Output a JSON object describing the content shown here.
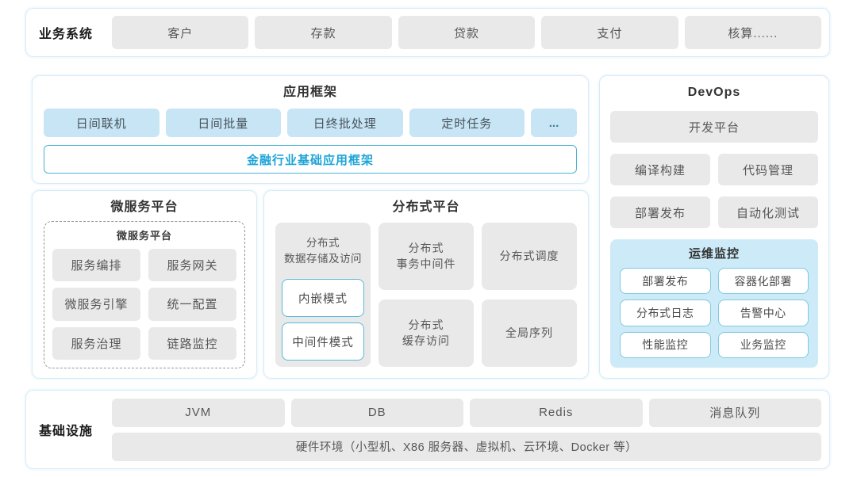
{
  "colors": {
    "panel_border": "#d5ecf7",
    "button_gray": "#e9e9e9",
    "button_blue": "#c7e5f5",
    "accent_teal_border": "#49b4d8",
    "accent_teal_text": "#1ca4d6",
    "monitor_bg": "#cdeaf8",
    "monitor_button_border": "#7fcbdc",
    "dashed_border": "#979797"
  },
  "business": {
    "label": "业务系统",
    "items": [
      "客户",
      "存款",
      "贷款",
      "支付",
      "核算......"
    ]
  },
  "app_framework": {
    "title": "应用框架",
    "items": [
      "日间联机",
      "日间批量",
      "日终批处理",
      "定时任务",
      "..."
    ],
    "base": "金融行业基础应用框架"
  },
  "microservice": {
    "title": "微服务平台",
    "inner_title": "微服务平台",
    "items": [
      "服务编排",
      "服务网关",
      "微服务引擎",
      "统一配置",
      "服务治理",
      "链路监控"
    ]
  },
  "distributed": {
    "title": "分布式平台",
    "storage": {
      "label": "分布式\n数据存储及访问",
      "modes": [
        "内嵌模式",
        "中间件模式"
      ]
    },
    "cells": [
      "分布式\n事务中间件",
      "分布式调度",
      "分布式\n缓存访问",
      "全局序列"
    ]
  },
  "devops": {
    "title": "DevOps",
    "platform": "开发平台",
    "items": [
      "编译构建",
      "代码管理",
      "部署发布",
      "自动化测试"
    ],
    "monitor": {
      "title": "运维监控",
      "items": [
        "部署发布",
        "容器化部署",
        "分布式日志",
        "告警中心",
        "性能监控",
        "业务监控"
      ]
    }
  },
  "infrastructure": {
    "label": "基础设施",
    "items": [
      "JVM",
      "DB",
      "Redis",
      "消息队列"
    ],
    "hardware": "硬件环境（小型机、X86 服务器、虚拟机、云环境、Docker 等）"
  }
}
